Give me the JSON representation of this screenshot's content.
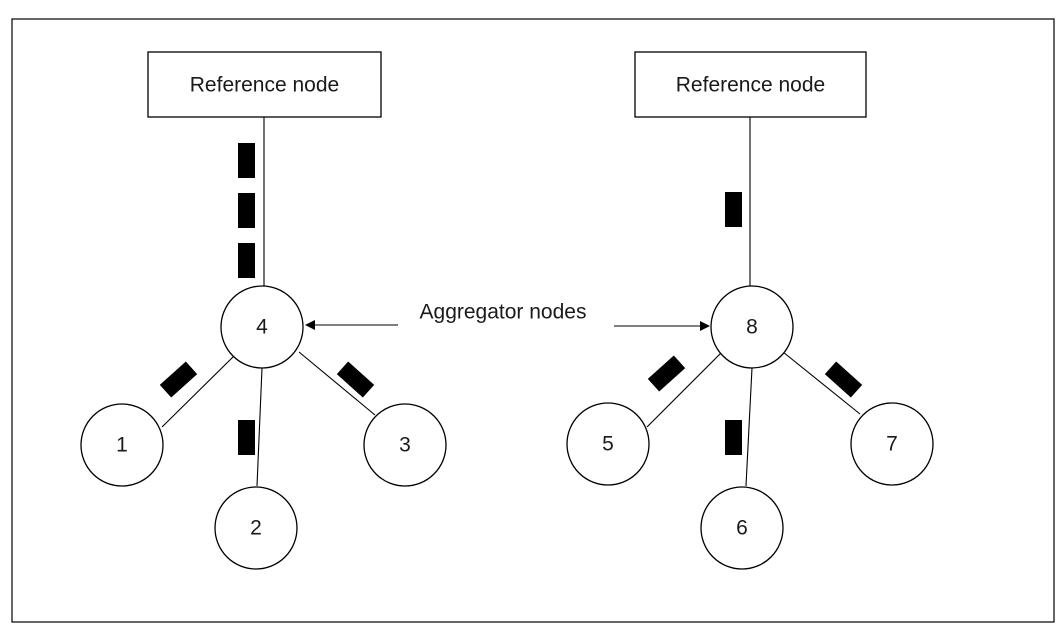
{
  "diagram": {
    "reference_nodes": [
      {
        "id": "ref-left",
        "label": "Reference node"
      },
      {
        "id": "ref-right",
        "label": "Reference node"
      }
    ],
    "aggregator_nodes": [
      {
        "id": "agg-4",
        "label": "4"
      },
      {
        "id": "agg-8",
        "label": "8"
      }
    ],
    "leaf_nodes": [
      {
        "id": "n1",
        "label": "1"
      },
      {
        "id": "n2",
        "label": "2"
      },
      {
        "id": "n3",
        "label": "3"
      },
      {
        "id": "n5",
        "label": "5"
      },
      {
        "id": "n6",
        "label": "6"
      },
      {
        "id": "n7",
        "label": "7"
      }
    ],
    "annotation": "Aggregator nodes",
    "links": [
      {
        "from": "ref-left",
        "to": "agg-4",
        "packets": 3
      },
      {
        "from": "agg-4",
        "to": "n1",
        "packets": 1
      },
      {
        "from": "agg-4",
        "to": "n2",
        "packets": 1
      },
      {
        "from": "agg-4",
        "to": "n3",
        "packets": 1
      },
      {
        "from": "ref-right",
        "to": "agg-8",
        "packets": 1
      },
      {
        "from": "agg-8",
        "to": "n5",
        "packets": 1
      },
      {
        "from": "agg-8",
        "to": "n6",
        "packets": 1
      },
      {
        "from": "agg-8",
        "to": "n7",
        "packets": 1
      }
    ],
    "colors": {
      "stroke": "#000000",
      "fill": "#ffffff",
      "packet": "#000000"
    }
  }
}
